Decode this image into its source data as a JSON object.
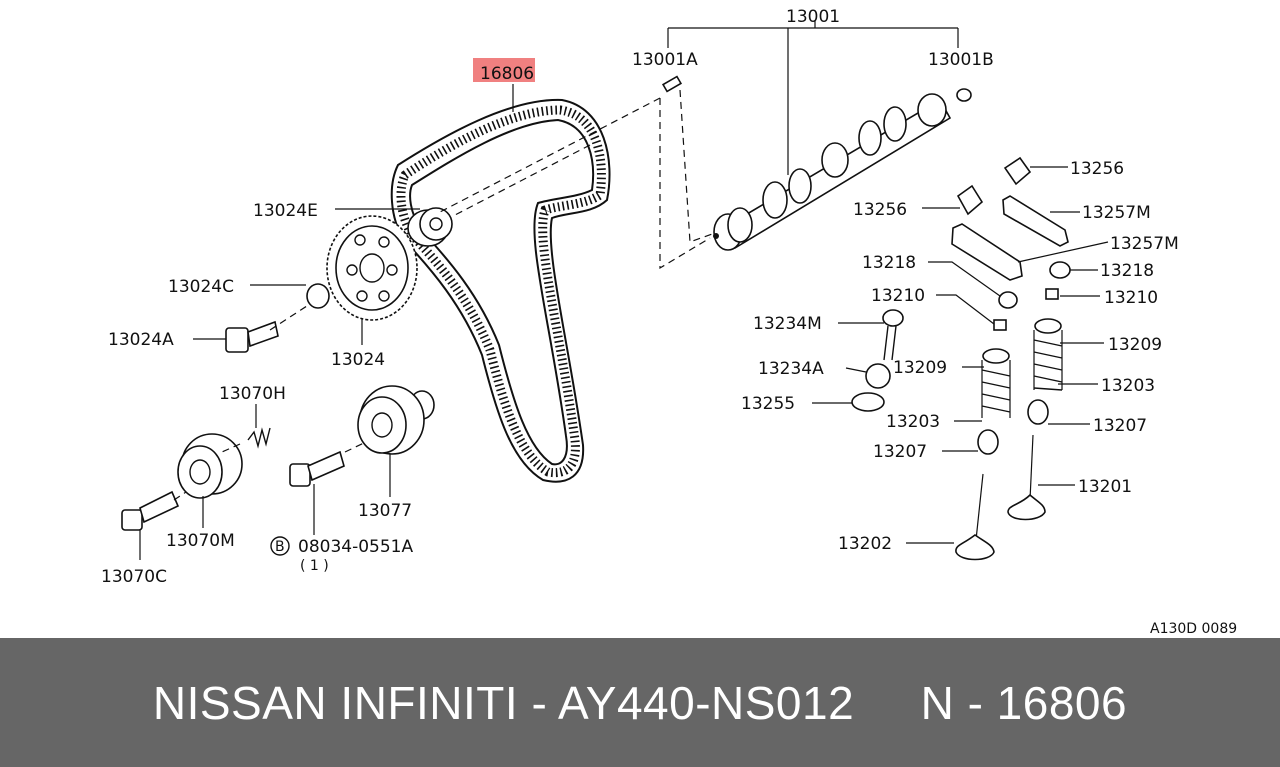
{
  "diagram": {
    "highlight_color": "#f08080",
    "labels": {
      "p13001": "13001",
      "p13001A": "13001A",
      "p13001B": "13001B",
      "p16806": "16806",
      "p13024E": "13024E",
      "p13024C": "13024C",
      "p13024A": "13024A",
      "p13024": "13024",
      "p13070H": "13070H",
      "p13070M": "13070M",
      "p13070C": "13070C",
      "p13077": "13077",
      "p08034": "08034-0551A",
      "bolt_symbol": "B",
      "qty": "( 1 )",
      "p13256a": "13256",
      "p13256b": "13256",
      "p13257Ma": "13257M",
      "p13257Mb": "13257M",
      "p13218a": "13218",
      "p13218b": "13218",
      "p13210a": "13210",
      "p13210b": "13210",
      "p13234M": "13234M",
      "p13234A": "13234A",
      "p13209a": "13209",
      "p13209b": "13209",
      "p13255": "13255",
      "p13203a": "13203",
      "p13203b": "13203",
      "p13207a": "13207",
      "p13207b": "13207",
      "p13201": "13201",
      "p13202": "13202",
      "ref": "A130D 0089"
    }
  },
  "footer": {
    "text": "NISSAN INFINITI - AY440-NS012     N - 16806",
    "background": "#666666"
  }
}
